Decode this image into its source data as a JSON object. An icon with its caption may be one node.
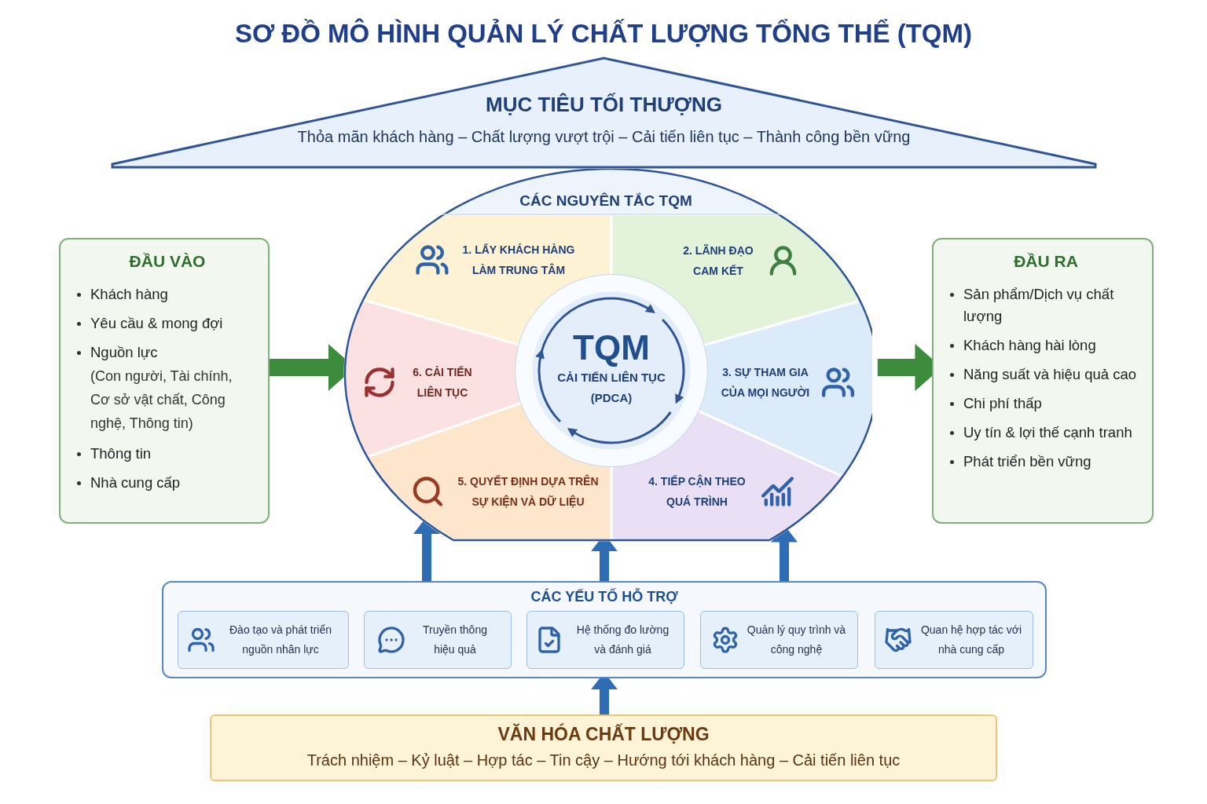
{
  "diagram": {
    "title": "SƠ ĐỒ MÔ HÌNH QUẢN LÝ CHẤT LƯỢNG TỔNG THỂ (TQM)",
    "nodes": [
      {
        "text": [
          "MỤC TIÊU TỐI THƯỢNG",
          "Thỏa mãn khách hàng – Chất lượng vượt trội – Cải tiến liên tục – Thành công bền vững"
        ]
      },
      {
        "text": [
          "ĐẦU VÀO",
          "Khách hàng",
          "Yêu cầu & mong đợi",
          "Nguồn lực",
          "(Con người, Tài chính, Cơ sở vật chất, Công nghệ, Thông tin)",
          "Thông tin",
          "Nhà cung cấp"
        ]
      },
      {
        "text": [
          "CÁC NGUYÊN TẮC TQM"
        ]
      },
      {
        "text": [
          "1. LẤY KHÁCH HÀNG LÀM TRUNG TÂM"
        ],
        "in": 2
      },
      {
        "text": [
          "2. LÃNH ĐẠO CAM KẾT"
        ],
        "in": 2
      },
      {
        "text": [
          "3. SỰ THAM GIA CỦA MỌI NGƯỜI"
        ],
        "in": 2
      },
      {
        "text": [
          "4. TIẾP CẬN THEO QUÁ TRÌNH"
        ],
        "in": 2
      },
      {
        "text": [
          "5. QUYẾT ĐỊNH DỰA TRÊN SỰ KIỆN VÀ DỮ LIỆU"
        ],
        "in": 2
      },
      {
        "text": [
          "6. CẢI TIẾN LIÊN TỤC"
        ],
        "in": 2
      },
      {
        "text": [
          "TQM",
          "CẢI TIẾN LIÊN TỤC (PDCA)"
        ],
        "in": 2
      },
      {
        "text": [
          "ĐẦU RA",
          "Sản phẩm/Dịch vụ chất lượng",
          "Khách hàng hài lòng",
          "Năng suất và hiệu quả cao",
          "Chi phí thấp",
          "Uy tín & lợi thế cạnh tranh",
          "Phát triển bền vững"
        ]
      },
      {
        "text": [
          "CÁC YẾU TỐ HỖ TRỢ"
        ]
      },
      {
        "text": [
          "Đào tạo và phát triển nguồn nhân lực"
        ],
        "in": 11
      },
      {
        "text": [
          "Truyền thông hiệu quả"
        ],
        "in": 11
      },
      {
        "text": [
          "Hệ thống đo lường và đánh giá"
        ],
        "in": 11
      },
      {
        "text": [
          "Quản lý quy trình và công nghệ"
        ],
        "in": 11
      },
      {
        "text": [
          "Quan hệ hợp tác với nhà cung cấp"
        ],
        "in": 11
      },
      {
        "text": [
          "VĂN HÓA CHẤT LƯỢNG",
          "Trách nhiệm – Kỷ luật – Hợp tác – Tin cậy – Hướng tới khách hàng – Cải tiến liên tục"
        ]
      }
    ],
    "edges": [
      {
        "from": 1,
        "to": 2,
        "arrow": "to",
        "style": "thick",
        "color": "#3d8b3d"
      },
      {
        "from": 2,
        "to": 10,
        "arrow": "to",
        "style": "thick",
        "color": "#3d8b3d"
      },
      {
        "from": 11,
        "to": 2,
        "arrow": "to"
      },
      {
        "from": 11,
        "to": 2,
        "arrow": "to"
      },
      {
        "from": 11,
        "to": 2,
        "arrow": "to"
      },
      {
        "from": 17,
        "to": 11,
        "arrow": "to"
      }
    ]
  }
}
